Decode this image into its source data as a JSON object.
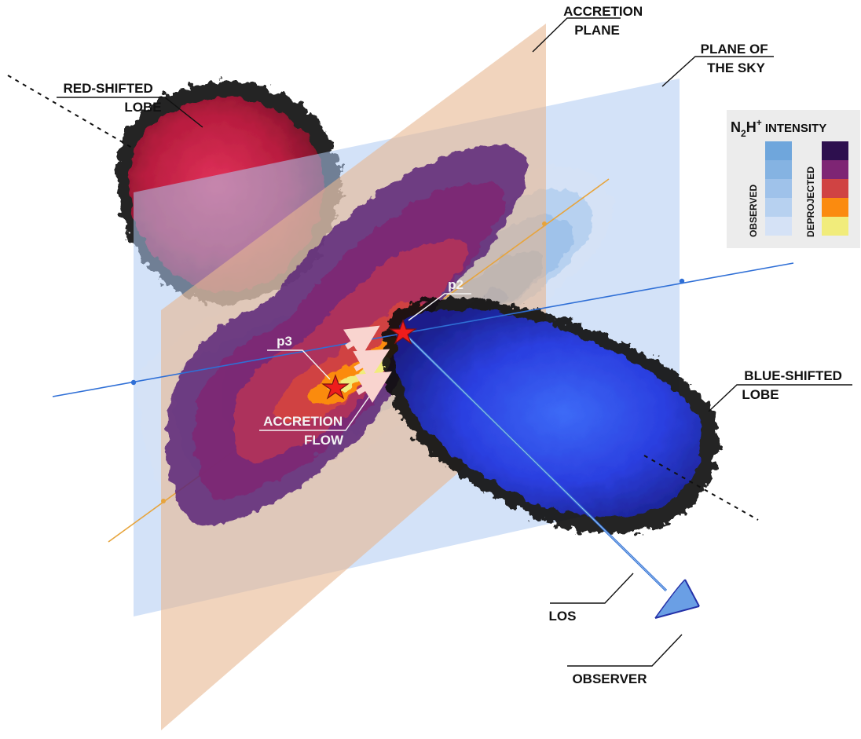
{
  "labels": {
    "accretion_plane": [
      "ACCRETION",
      "PLANE"
    ],
    "plane_of_sky": [
      "PLANE OF",
      "THE SKY"
    ],
    "red_lobe": [
      "RED-SHIFTED",
      "LOBE"
    ],
    "blue_lobe": [
      "BLUE-SHIFTED",
      "LOBE"
    ],
    "accretion_flow": [
      "ACCRETION",
      "FLOW"
    ],
    "p2": "p2",
    "p3": "p3",
    "los": "LOS",
    "observer": "OBSERVER"
  },
  "legend": {
    "title_main": "N",
    "title_sub": "2",
    "title_h": "H",
    "title_sup": "+",
    "title_rest": " INTENSITY",
    "observed_label": "OBSERVED",
    "deprojected_label": "DEPROJECTED",
    "observed_colors": [
      "#6fa6dc",
      "#85b3e2",
      "#9fc2ea",
      "#b7d1f0",
      "#d5e2f6"
    ],
    "deprojected_colors": [
      "#2d0f4e",
      "#7e2574",
      "#d04343",
      "#fb8b0f",
      "#f1ec7b"
    ]
  },
  "colors": {
    "sky_plane": "#aecaf2",
    "accretion_plane": "#e7b791",
    "axis_blue": "#2f6fd6",
    "axis_orange": "#e7a43c",
    "star": "#ee1c1c",
    "blue_lobe": "#2b3fe0",
    "red_lobe": "#c8244a"
  }
}
